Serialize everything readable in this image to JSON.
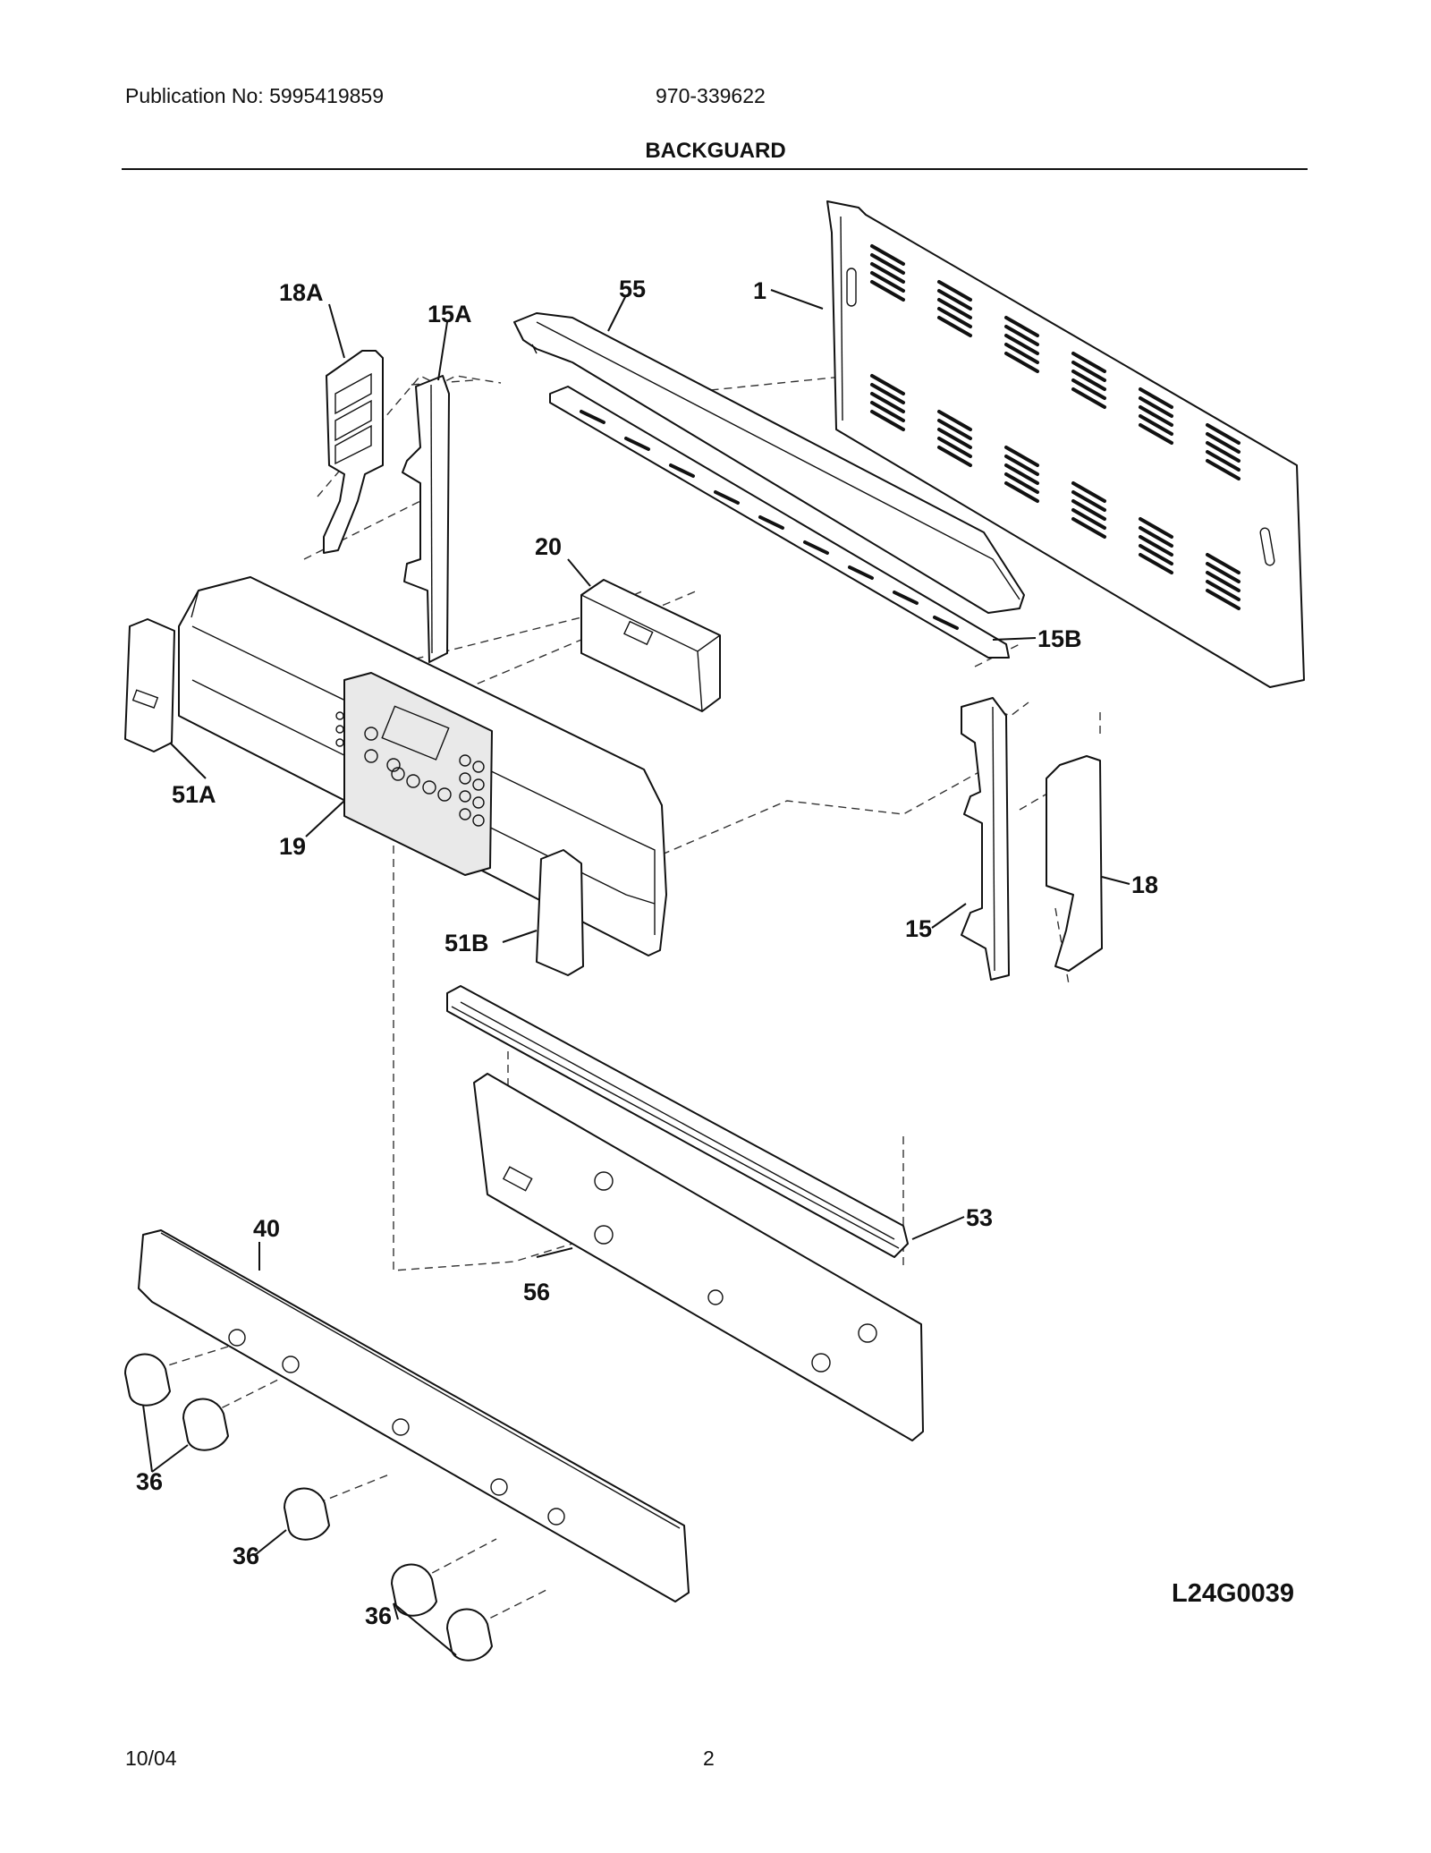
{
  "header": {
    "publication": "Publication No: 5995419859",
    "model": "970-339622",
    "title": "BACKGUARD"
  },
  "footer": {
    "date": "10/04",
    "page": "2"
  },
  "diagram_code": "L24G0039",
  "callouts": [
    {
      "id": "1",
      "text": "1"
    },
    {
      "id": "15",
      "text": "15"
    },
    {
      "id": "15A",
      "text": "15A"
    },
    {
      "id": "15B",
      "text": "15B"
    },
    {
      "id": "18",
      "text": "18"
    },
    {
      "id": "18A",
      "text": "18A"
    },
    {
      "id": "19",
      "text": "19"
    },
    {
      "id": "20",
      "text": "20"
    },
    {
      "id": "36a",
      "text": "36"
    },
    {
      "id": "36b",
      "text": "36"
    },
    {
      "id": "36c",
      "text": "36"
    },
    {
      "id": "40",
      "text": "40"
    },
    {
      "id": "51A",
      "text": "51A"
    },
    {
      "id": "51B",
      "text": "51B"
    },
    {
      "id": "53",
      "text": "53"
    },
    {
      "id": "55",
      "text": "55"
    },
    {
      "id": "56",
      "text": "56"
    }
  ]
}
